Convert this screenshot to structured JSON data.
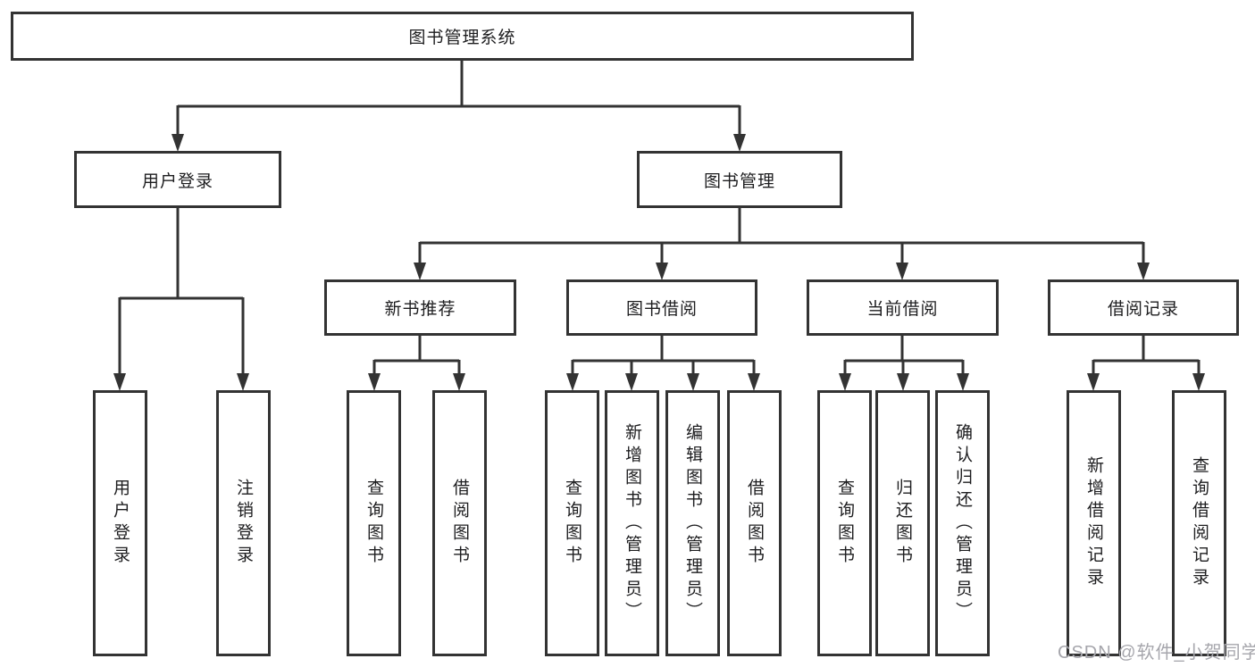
{
  "diagram": {
    "root": {
      "label": "图书管理系统"
    },
    "branches": [
      {
        "label": "用户登录",
        "children": [
          {
            "label": "用户登录"
          },
          {
            "label": "注销登录"
          }
        ]
      },
      {
        "label": "图书管理",
        "groups": [
          {
            "label": "新书推荐",
            "children": [
              {
                "label": "查询图书"
              },
              {
                "label": "借阅图书"
              }
            ]
          },
          {
            "label": "图书借阅",
            "children": [
              {
                "label": "查询图书"
              },
              {
                "label": "新增图书（管理员）"
              },
              {
                "label": "编辑图书（管理员）"
              },
              {
                "label": "借阅图书"
              }
            ]
          },
          {
            "label": "当前借阅",
            "children": [
              {
                "label": "查询图书"
              },
              {
                "label": "归还图书"
              },
              {
                "label": "确认归还（管理员）"
              }
            ]
          },
          {
            "label": "借阅记录",
            "children": [
              {
                "label": "新增借阅记录"
              },
              {
                "label": "查询借阅记录"
              }
            ]
          }
        ]
      }
    ]
  },
  "watermark": {
    "text": "CSDN @软件_小贺同学"
  },
  "colors": {
    "stroke": "#333333",
    "node_text": "#1d1d1f",
    "watermark_text": "#a6a6ac",
    "background": "#ffffff"
  }
}
